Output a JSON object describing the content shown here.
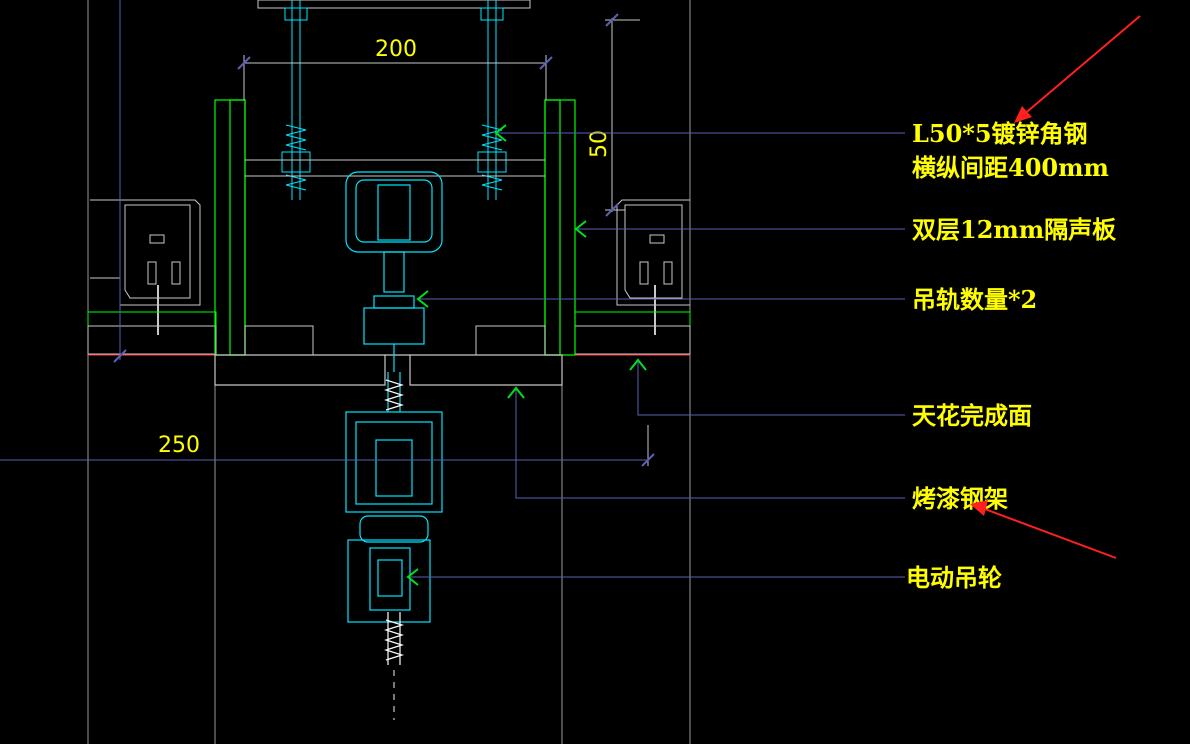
{
  "dimensions": {
    "width_label": "200",
    "height_label": "50",
    "offset_label": "250"
  },
  "annotations": {
    "angle_steel_line1": "L50*5镀锌角钢",
    "angle_steel_line2": "横纵间距400mm",
    "soundproof_board": "双层12mm隔声板",
    "rail_count": "吊轨数量*2",
    "ceiling_finish": "天花完成面",
    "painted_steel_frame": "烤漆钢架",
    "motorized_pulley": "电动吊轮"
  },
  "colors": {
    "background": "#000000",
    "text": "#ffff00",
    "leader": "#5b5fb8",
    "steel": "#00ff00",
    "hardware": "#00e5ff",
    "structure": "#c8c8c8",
    "arrow_markup": "#ff2020"
  }
}
